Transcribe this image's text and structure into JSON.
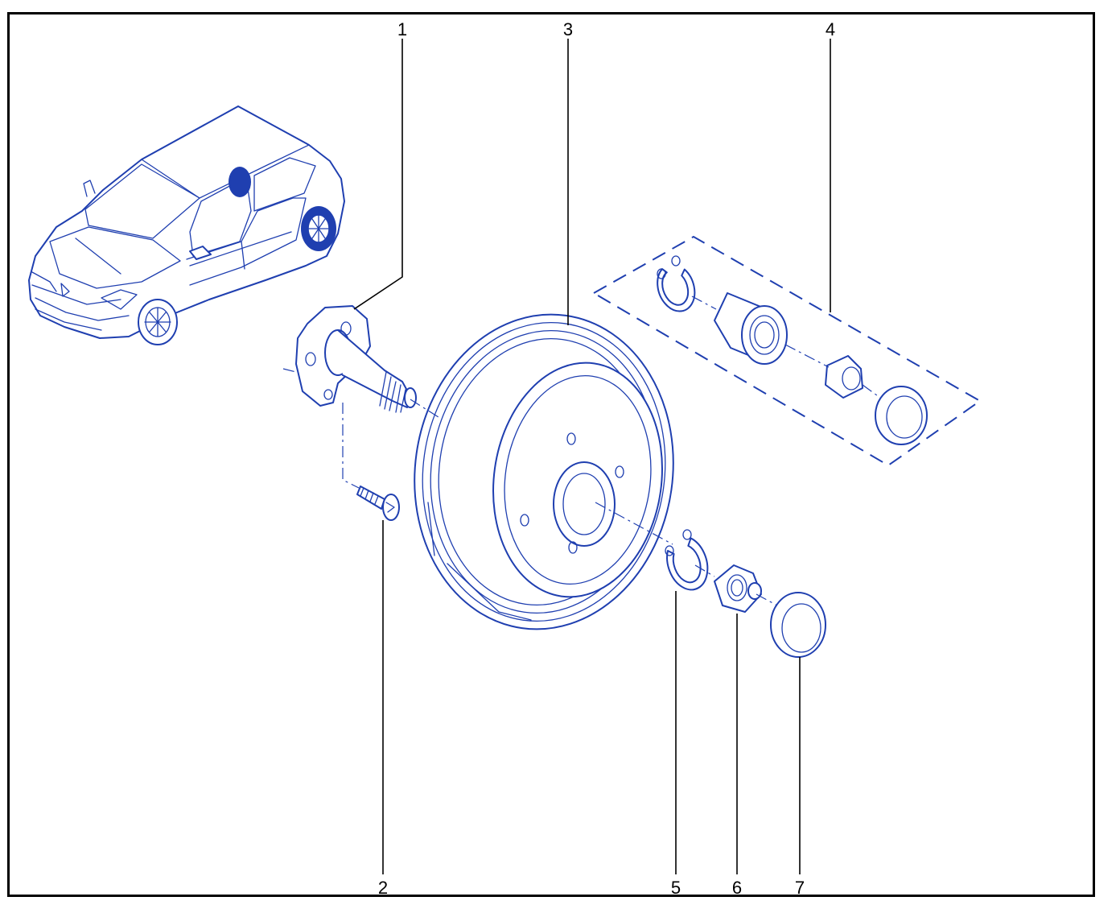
{
  "colors": {
    "frame": "#000000",
    "line_art": "#1f3fb0",
    "background": "#ffffff"
  },
  "callouts": [
    {
      "label": "1"
    },
    {
      "label": "2"
    },
    {
      "label": "3"
    },
    {
      "label": "4"
    },
    {
      "label": "5"
    },
    {
      "label": "6"
    },
    {
      "label": "7"
    }
  ]
}
